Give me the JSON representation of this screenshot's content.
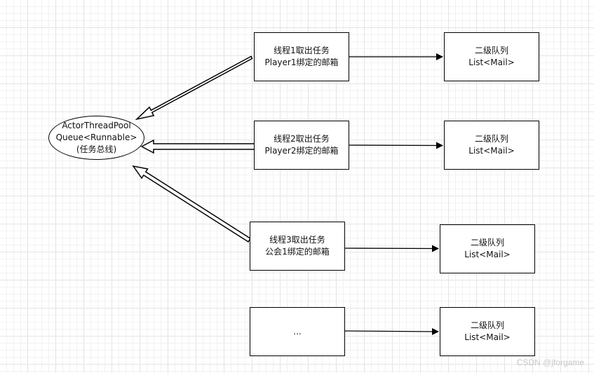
{
  "bus": {
    "line1": "ActorThreadPool",
    "line2": "Queue<Runnable>",
    "line3": "(任务总线)"
  },
  "threads": [
    {
      "line1": "线程1取出任务",
      "line2": "Player1绑定的邮箱"
    },
    {
      "line1": "线程2取出任务",
      "line2": "Player2绑定的邮箱"
    },
    {
      "line1": "线程3取出任务",
      "line2": "公会1绑定的邮箱"
    },
    {
      "line1": "...",
      "line2": ""
    }
  ],
  "queues": [
    {
      "line1": "二级队列",
      "line2": "List<Mail>"
    },
    {
      "line1": "二级队列",
      "line2": "List<Mail>"
    },
    {
      "line1": "二级队列",
      "line2": "List<Mail>"
    },
    {
      "line1": "二级队列",
      "line2": "List<Mail>"
    }
  ],
  "watermark": "CSDN @jforgame",
  "colors": {
    "stroke": "#000000",
    "fill": "#ffffff",
    "grid": "#e4e4e4"
  }
}
